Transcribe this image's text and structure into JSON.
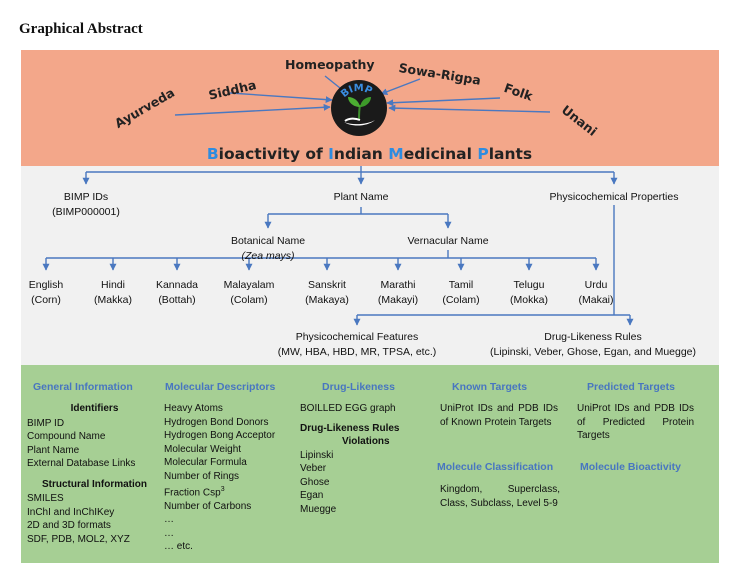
{
  "header": "Graphical Abstract",
  "systems": [
    "Ayurveda",
    "Siddha",
    "Homeopathy",
    "Sowa-Rigpa",
    "Folk",
    "Unani"
  ],
  "logo_text": "BIMP",
  "title_parts": [
    {
      "t": "B",
      "hl": true
    },
    {
      "t": "ioactivity of ",
      "hl": false
    },
    {
      "t": "I",
      "hl": true
    },
    {
      "t": "ndian ",
      "hl": false
    },
    {
      "t": "M",
      "hl": true
    },
    {
      "t": "edicinal ",
      "hl": false
    },
    {
      "t": "P",
      "hl": true
    },
    {
      "t": "lants",
      "hl": false
    }
  ],
  "tree": {
    "bimp_ids": "BIMP IDs",
    "bimp_ids_example": "(BIMP000001)",
    "plant_name": "Plant Name",
    "physchem_props": "Physicochemical Properties",
    "botanical_name": "Botanical Name",
    "botanical_example": "(Zea mays)",
    "vernacular_name": "Vernacular Name",
    "languages": [
      {
        "name": "English",
        "ex": "(Corn)"
      },
      {
        "name": "Hindi",
        "ex": "(Makka)"
      },
      {
        "name": "Kannada",
        "ex": "(Bottah)"
      },
      {
        "name": "Malayalam",
        "ex": "(Colam)"
      },
      {
        "name": "Sanskrit",
        "ex": "(Makaya)"
      },
      {
        "name": "Marathi",
        "ex": "(Makayi)"
      },
      {
        "name": "Tamil",
        "ex": "(Colam)"
      },
      {
        "name": "Telugu",
        "ex": "(Mokka)"
      },
      {
        "name": "Urdu",
        "ex": "(Makai)"
      }
    ],
    "physchem_features": "Physicochemical Features",
    "physchem_features_list": "(MW, HBA, HBD, MR, TPSA, etc.)",
    "druglikeness_rules": "Drug-Likeness Rules",
    "druglikeness_rules_list": "(Lipinski, Veber, Ghose, Egan, and Muegge)"
  },
  "panel": {
    "general": {
      "heading": "General Information",
      "identifiers_title": "Identifiers",
      "identifiers": [
        "BIMP ID",
        "Compound Name",
        "Plant Name",
        "External Database Links"
      ],
      "structural_title": "Structural Information",
      "structural": [
        "SMILES",
        "InChI and InChIKey",
        "2D and 3D formats",
        "SDF, PDB, MOL2, XYZ"
      ]
    },
    "molecular": {
      "heading": "Molecular Descriptors",
      "items": [
        "Heavy Atoms",
        "Hydrogen Bond Donors",
        "Hydrogen Bong Acceptor",
        "Molecular Weight",
        "Molecular Formula",
        "Number of Rings"
      ],
      "fraction_csp": "Fraction Csp",
      "fraction_sup": "3",
      "items2": [
        "Number of Carbons",
        "…",
        "…",
        "… etc."
      ]
    },
    "druglikeness": {
      "heading": "Drug-Likeness",
      "boiled": "BOILLED EGG graph",
      "rules_title": "Drug-Likeness Rules",
      "violations": "Violations",
      "rules": [
        "Lipinski",
        "Veber",
        "Ghose",
        "Egan",
        "Muegge"
      ]
    },
    "known": {
      "heading": "Known Targets",
      "text": "UniProt IDs and PDB IDs of Known Protein Targets"
    },
    "classification": {
      "heading": "Molecule Classification",
      "text": "Kingdom, Superclass, Class, Subclass, Level 5-9"
    },
    "predicted": {
      "heading": "Predicted Targets",
      "text": "UniProt IDs and PDB IDs of Predicted Protein Targets"
    },
    "bioactivity": {
      "heading": "Molecule Bioactivity"
    }
  },
  "colors": {
    "top_band": "#f3a78a",
    "mid_band": "#f1f1f1",
    "bottom_band": "#a6cf94",
    "accent": "#2e8ce0",
    "heading_blue": "#4876c0",
    "arrow": "#5a86c6"
  }
}
